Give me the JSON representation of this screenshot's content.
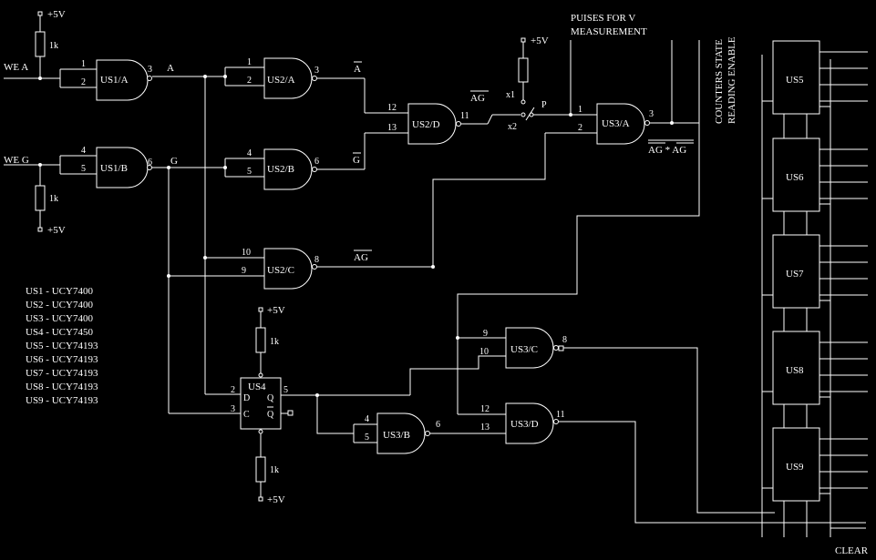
{
  "supply": "+5V",
  "resistor": "1k",
  "inputs": {
    "we_a": "WE  A",
    "we_g": "WE  G"
  },
  "signals": {
    "a": "A",
    "g": "G",
    "a_bar": "A",
    "g_bar": "G",
    "ag_bar_top": "AG",
    "ag_bar_mid": "AG",
    "and_expr": "AG * AG"
  },
  "gates": {
    "us1a": "US1/A",
    "us1b": "US1/B",
    "us2a": "US2/A",
    "us2b": "US2/B",
    "us2c": "US2/C",
    "us2d": "US2/D",
    "us3a": "US3/A",
    "us3b": "US3/B",
    "us3c": "US3/C",
    "us3d": "US3/D",
    "us4": "US4"
  },
  "flipflop_pins": {
    "d": "D",
    "c": "C",
    "q": "Q",
    "qbar": "Q"
  },
  "switch": {
    "x1": "x1",
    "x2": "x2",
    "p": "P"
  },
  "labels": {
    "pulses_line1": "PUISES FOR V",
    "pulses_line2": "MEASUREMENT",
    "counters_line1": "COUNTERS STATE",
    "counters_line2": "READING ENABLE",
    "clear": "CLEAR"
  },
  "counters": [
    "US5",
    "US6",
    "US7",
    "US8",
    "US9"
  ],
  "pins": {
    "us1a_in1": "1",
    "us1a_in2": "2",
    "us1a_out": "3",
    "us1b_in1": "4",
    "us1b_in2": "5",
    "us1b_out": "6",
    "us2a_in1": "1",
    "us2a_in2": "2",
    "us2a_out": "3",
    "us2b_in1": "4",
    "us2b_in2": "5",
    "us2b_out": "6",
    "us2d_in1": "12",
    "us2d_in2": "13",
    "us2d_out": "11",
    "us2c_in1": "10",
    "us2c_in2": "9",
    "us2c_out": "8",
    "us3a_in1": "1",
    "us3a_in2": "2",
    "us3a_out": "3",
    "us4_d": "2",
    "us4_c": "3",
    "us4_q": "5",
    "us3b_in1": "4",
    "us3b_in2": "5",
    "us3b_out": "6",
    "us3c_in1": "9",
    "us3c_in2": "10",
    "us3c_out": "8",
    "us3d_in1": "12",
    "us3d_in2": "13",
    "us3d_out": "11"
  },
  "legend": [
    "US1 - UCY7400",
    "US2 - UCY7400",
    "US3 - UCY7400",
    "US4 - UCY7450",
    "US5 - UCY74193",
    "US6 - UCY74193",
    "US7 - UCY74193",
    "US8 - UCY74193",
    "US9 - UCY74193"
  ]
}
